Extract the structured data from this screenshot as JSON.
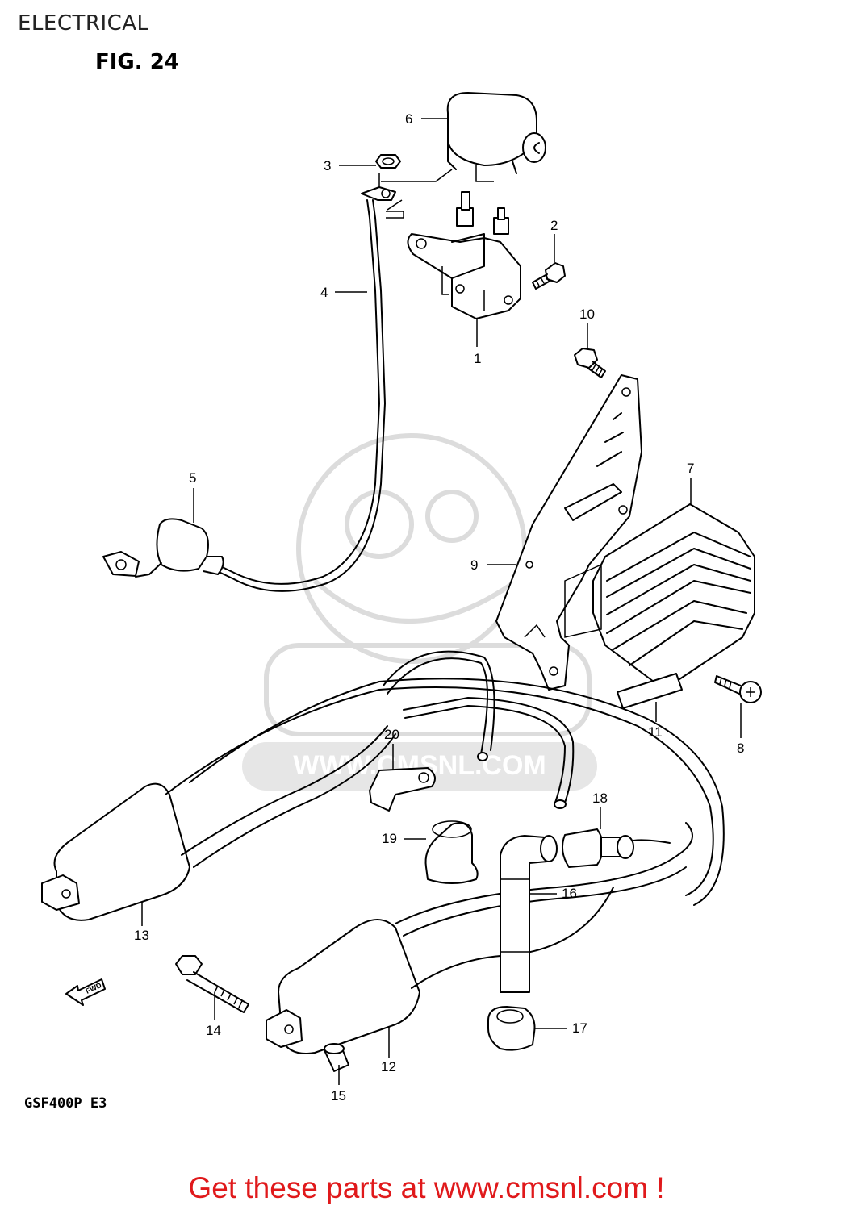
{
  "header": {
    "title": "ELECTRICAL",
    "figure": "FIG. 24"
  },
  "model_code": "GSF400P E3",
  "direction_tag": "FWD",
  "watermark": "WWW.CMSNL.COM",
  "callouts": [
    "1",
    "2",
    "3",
    "4",
    "5",
    "6",
    "7",
    "8",
    "9",
    "10",
    "11",
    "12",
    "13",
    "14",
    "15",
    "16",
    "17",
    "18",
    "19",
    "20"
  ],
  "footer": {
    "text": "Get these parts at www.cmsnl.com !",
    "color": "#e0191b"
  }
}
